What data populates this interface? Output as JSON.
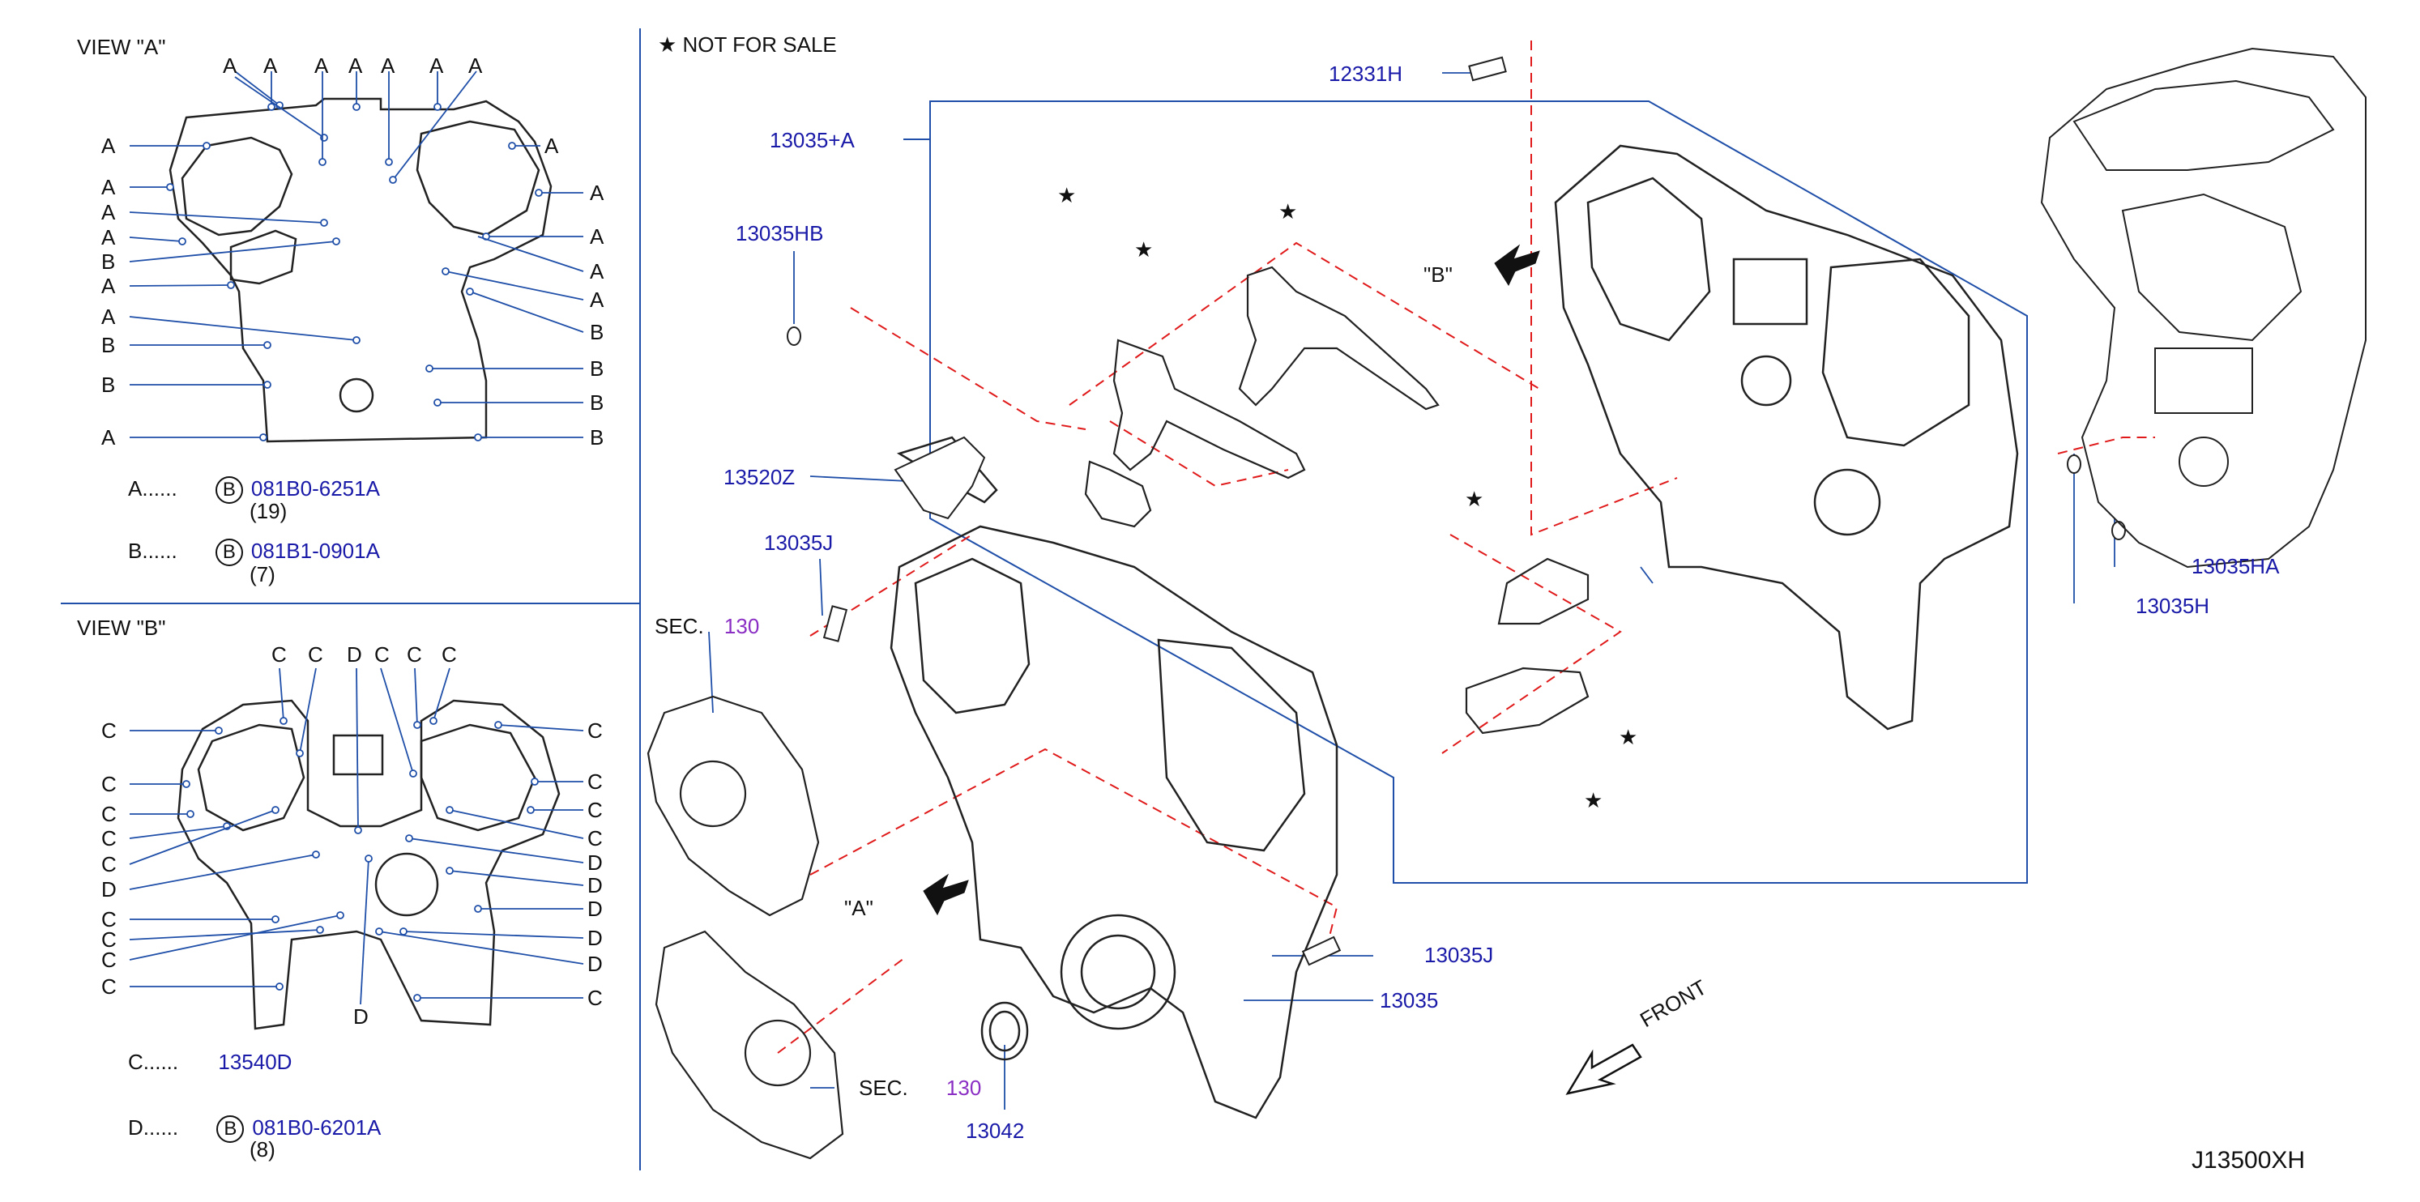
{
  "view_a": {
    "title": "VIEW   \"A\"",
    "legend": [
      {
        "key": "A......",
        "circle": "B",
        "part": "081B0-6251A",
        "qty": "(19)"
      },
      {
        "key": "B......",
        "circle": "B",
        "part": "081B1-0901A",
        "qty": "(7)"
      }
    ]
  },
  "view_b": {
    "title": "VIEW   \"B\"",
    "legend": [
      {
        "key": "C......",
        "part": "13540D"
      },
      {
        "key": "D......",
        "circle": "B",
        "part": "081B0-6201A",
        "qty": "(8)"
      }
    ]
  },
  "header": {
    "not_for_sale": "★  NOT   FOR   SALE"
  },
  "callouts": {
    "p12331H": "12331H",
    "p13035A": "13035+A",
    "p13035HB": "13035HB",
    "p13520Z": "13520Z",
    "p13035J_top": "13035J",
    "p13035J_bot": "13035J",
    "p13035": "13035",
    "p13042": "13042",
    "p13035HA": "13035HA",
    "p13035H": "13035H",
    "sec1": "SEC.",
    "sec1_num": "130",
    "sec2": "SEC.",
    "sec2_num": "130",
    "view_b_arrow": "\"B\"",
    "view_a_arrow": "\"A\"",
    "front": "FRONT",
    "star": "★"
  },
  "diagram_id": "J13500XH",
  "colors": {
    "part_number": "#1a1aa8",
    "section": "#8a2ec4",
    "leader": "#1f4fa8",
    "dash": "#e01a1a"
  }
}
